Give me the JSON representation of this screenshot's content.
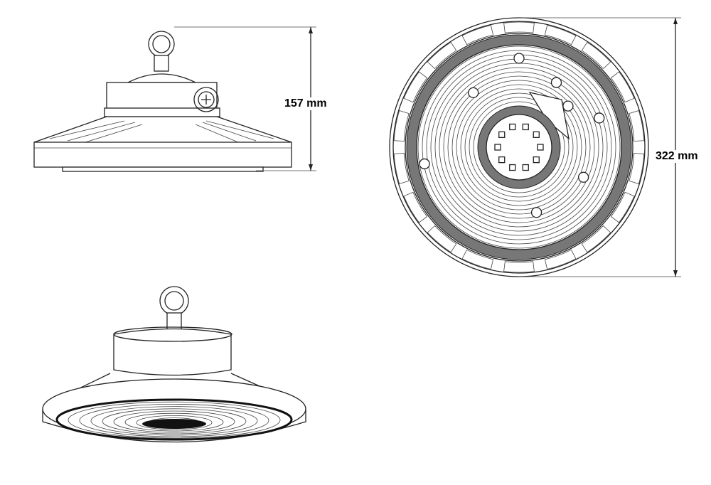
{
  "dimensions": {
    "height_label": "157 mm",
    "diameter_label": "322 mm"
  },
  "views": [
    "side-view",
    "bottom-view",
    "perspective-view"
  ],
  "colors": {
    "line": "#222222",
    "background": "#ffffff"
  }
}
